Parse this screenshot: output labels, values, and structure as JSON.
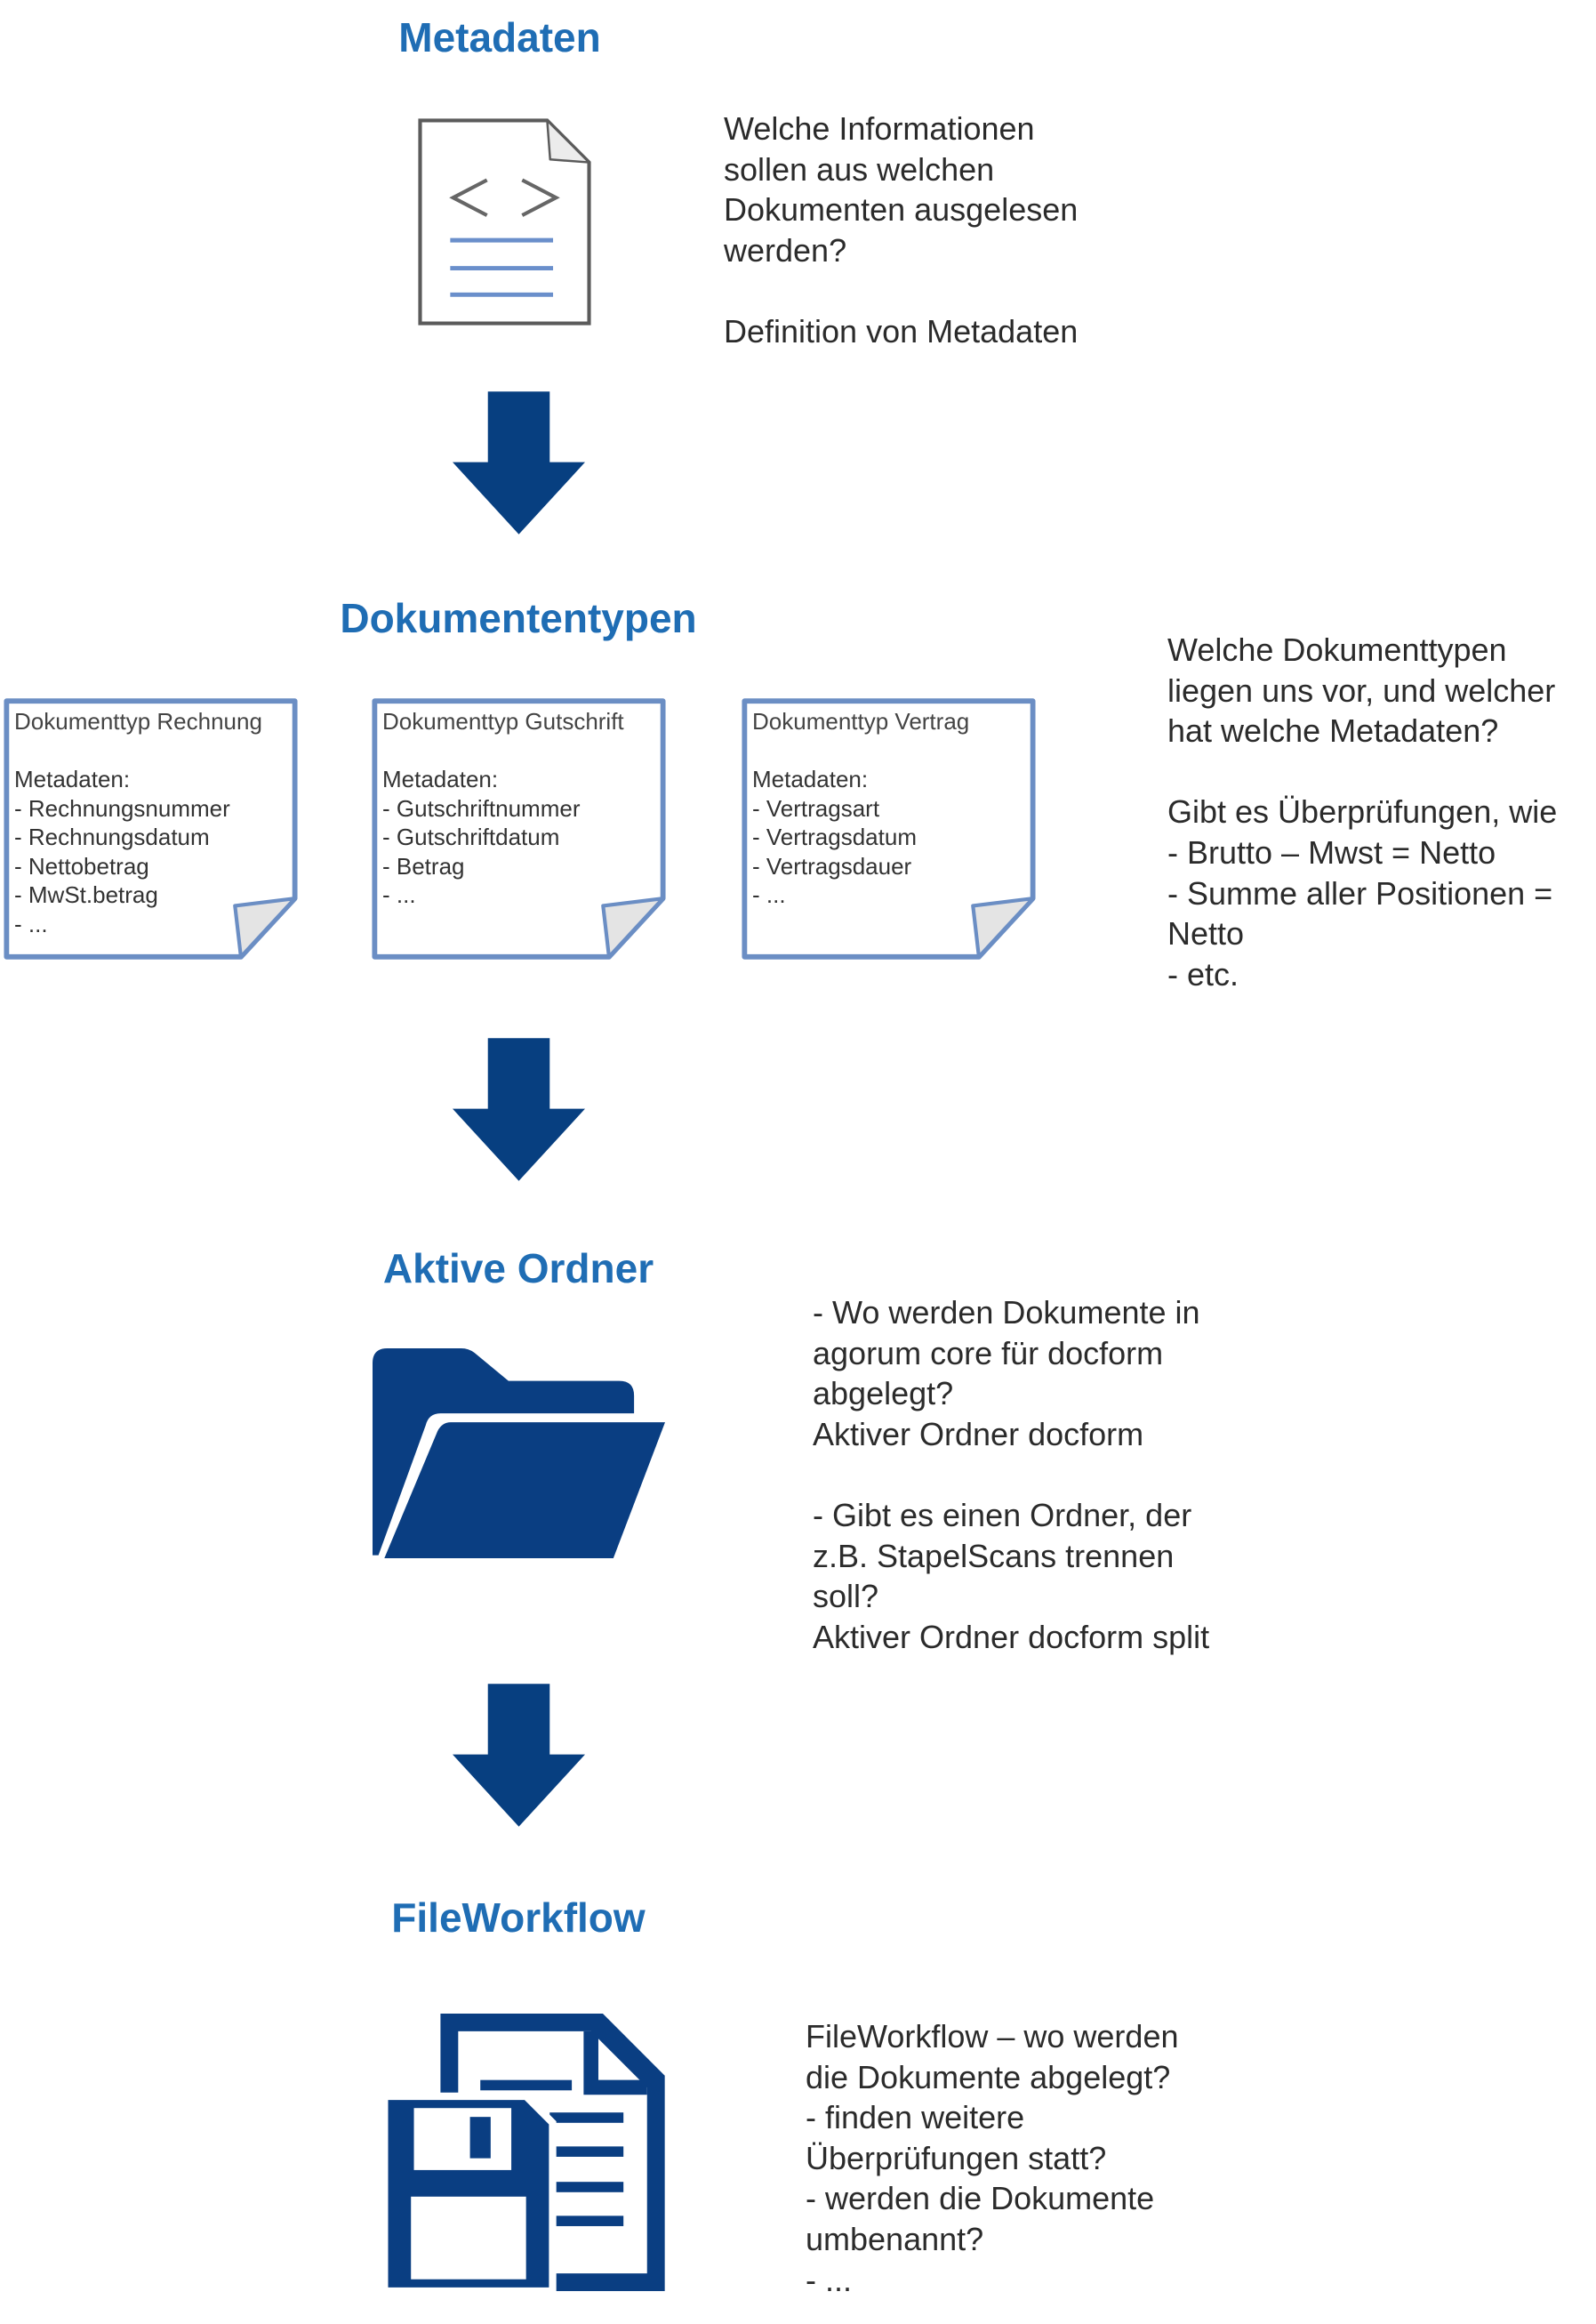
{
  "colors": {
    "heading": "#1f6db4",
    "arrow": "#073f80",
    "icon_navy": "#0a3e82",
    "card_border": "#6b8ec4",
    "text": "#2b2b2b"
  },
  "icons": {
    "metadaten": "code-document-icon",
    "flow_arrow": "arrow-down-icon",
    "aktive_ordner": "folder-open-icon",
    "fileworkflow": "save-document-icon"
  },
  "sections": {
    "metadaten": {
      "title": "Metadaten",
      "paragraphs": [
        [
          "Welche Informationen",
          "sollen aus welchen",
          "Dokumenten ausgelesen",
          "werden?"
        ],
        [
          "Definition von Metadaten"
        ]
      ]
    },
    "dokumententypen": {
      "title": "Dokumententypen",
      "cards": [
        {
          "title": "Dokumenttyp Rechnung",
          "meta_label": "Metadaten:",
          "items": [
            "- Rechnungsnummer",
            "- Rechnungsdatum",
            "- Nettobetrag",
            "- MwSt.betrag",
            "- ..."
          ]
        },
        {
          "title": "Dokumenttyp Gutschrift",
          "meta_label": "Metadaten:",
          "items": [
            "- Gutschriftnummer",
            "- Gutschriftdatum",
            "- Betrag",
            "- ..."
          ]
        },
        {
          "title": "Dokumenttyp Vertrag",
          "meta_label": "Metadaten:",
          "items": [
            "- Vertragsart",
            "- Vertragsdatum",
            "- Vertragsdauer",
            "- ..."
          ]
        }
      ],
      "paragraphs": [
        [
          "Welche Dokumenttypen",
          "liegen uns vor, und welcher",
          "hat welche Metadaten?"
        ],
        [
          "Gibt es Überprüfungen, wie",
          "- Brutto – Mwst = Netto",
          "- Summe aller Positionen =",
          "Netto",
          "- etc."
        ]
      ]
    },
    "aktive_ordner": {
      "title": "Aktive Ordner",
      "paragraphs": [
        [
          "- Wo werden Dokumente in",
          "agorum core für docform",
          "abgelegt?",
          "Aktiver Ordner docform"
        ],
        [
          "- Gibt es einen Ordner, der",
          "z.B. StapelScans trennen",
          "soll?",
          "Aktiver Ordner docform split"
        ]
      ]
    },
    "fileworkflow": {
      "title": "FileWorkflow",
      "paragraphs": [
        [
          "FileWorkflow – wo werden",
          "die Dokumente abgelegt?",
          "- finden weitere",
          "Überprüfungen statt?",
          "- werden die Dokumente",
          "umbenannt?",
          "- ..."
        ]
      ]
    }
  }
}
